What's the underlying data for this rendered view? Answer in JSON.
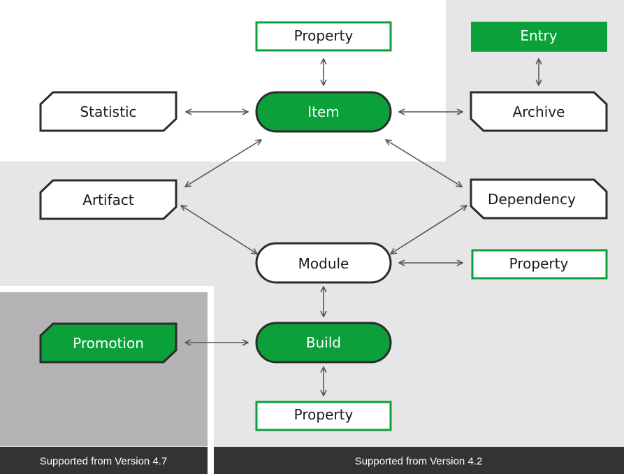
{
  "colors": {
    "green": "#0ba03a",
    "dark": "#2b2b2b",
    "light_gray": "#e6e6e6",
    "mid_gray": "#b4b4b4",
    "footer": "#333333",
    "arrow": "#555555"
  },
  "nodes": {
    "property_top": "Property",
    "entry": "Entry",
    "statistic": "Statistic",
    "item": "Item",
    "archive": "Archive",
    "artifact": "Artifact",
    "dependency": "Dependency",
    "module": "Module",
    "property_right": "Property",
    "promotion": "Promotion",
    "build": "Build",
    "property_bottom": "Property"
  },
  "regions": {
    "footer_left": "Supported from Version 4.7",
    "footer_right": "Supported from Version 4.2"
  }
}
